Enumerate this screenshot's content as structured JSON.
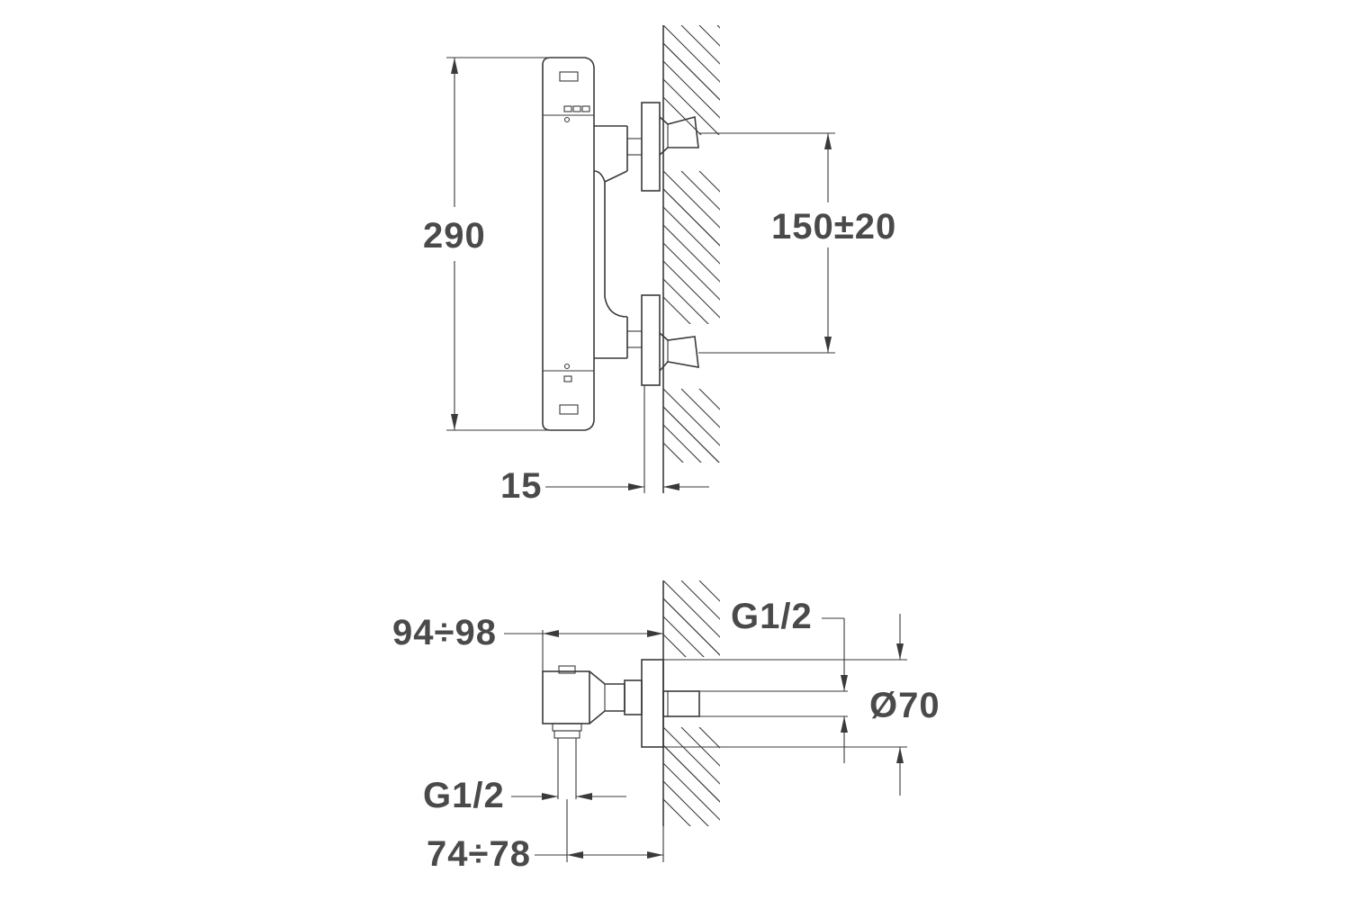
{
  "dimensions": {
    "height": "290",
    "inlet_spacing": "150±20",
    "wall_offset": "15",
    "depth_outer": "94÷98",
    "thread_wall": "G1/2",
    "flange_diameter": "Ø70",
    "thread_outlet": "G1/2",
    "depth_outlet": "74÷78"
  }
}
